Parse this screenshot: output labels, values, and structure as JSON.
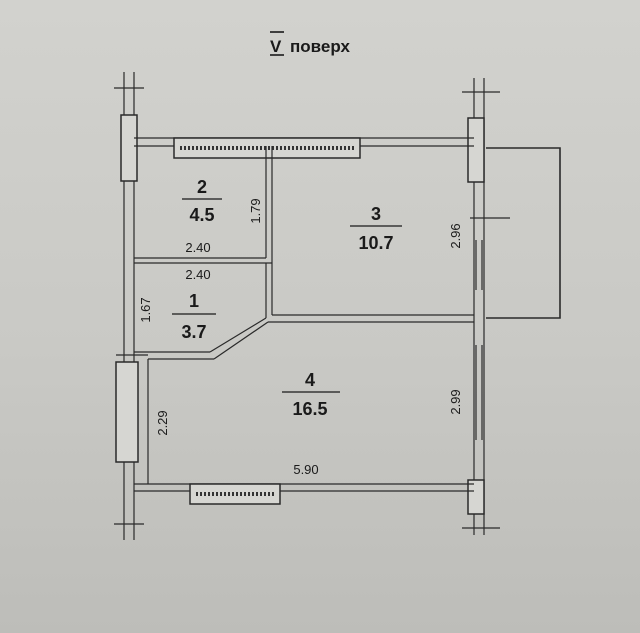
{
  "title": {
    "roman": "V",
    "word": "поверх"
  },
  "rooms": [
    {
      "number": "2",
      "area": "4.5"
    },
    {
      "number": "3",
      "area": "10.7"
    },
    {
      "number": "1",
      "area": "3.7"
    },
    {
      "number": "4",
      "area": "16.5"
    }
  ],
  "dimensions": {
    "room2_height": "1.79",
    "room2_width": "2.40",
    "room1_width": "2.40",
    "room1_height": "1.67",
    "room3_height": "2.96",
    "room4_left_height": "2.29",
    "room4_right_height": "2.99",
    "room4_width": "5.90"
  }
}
